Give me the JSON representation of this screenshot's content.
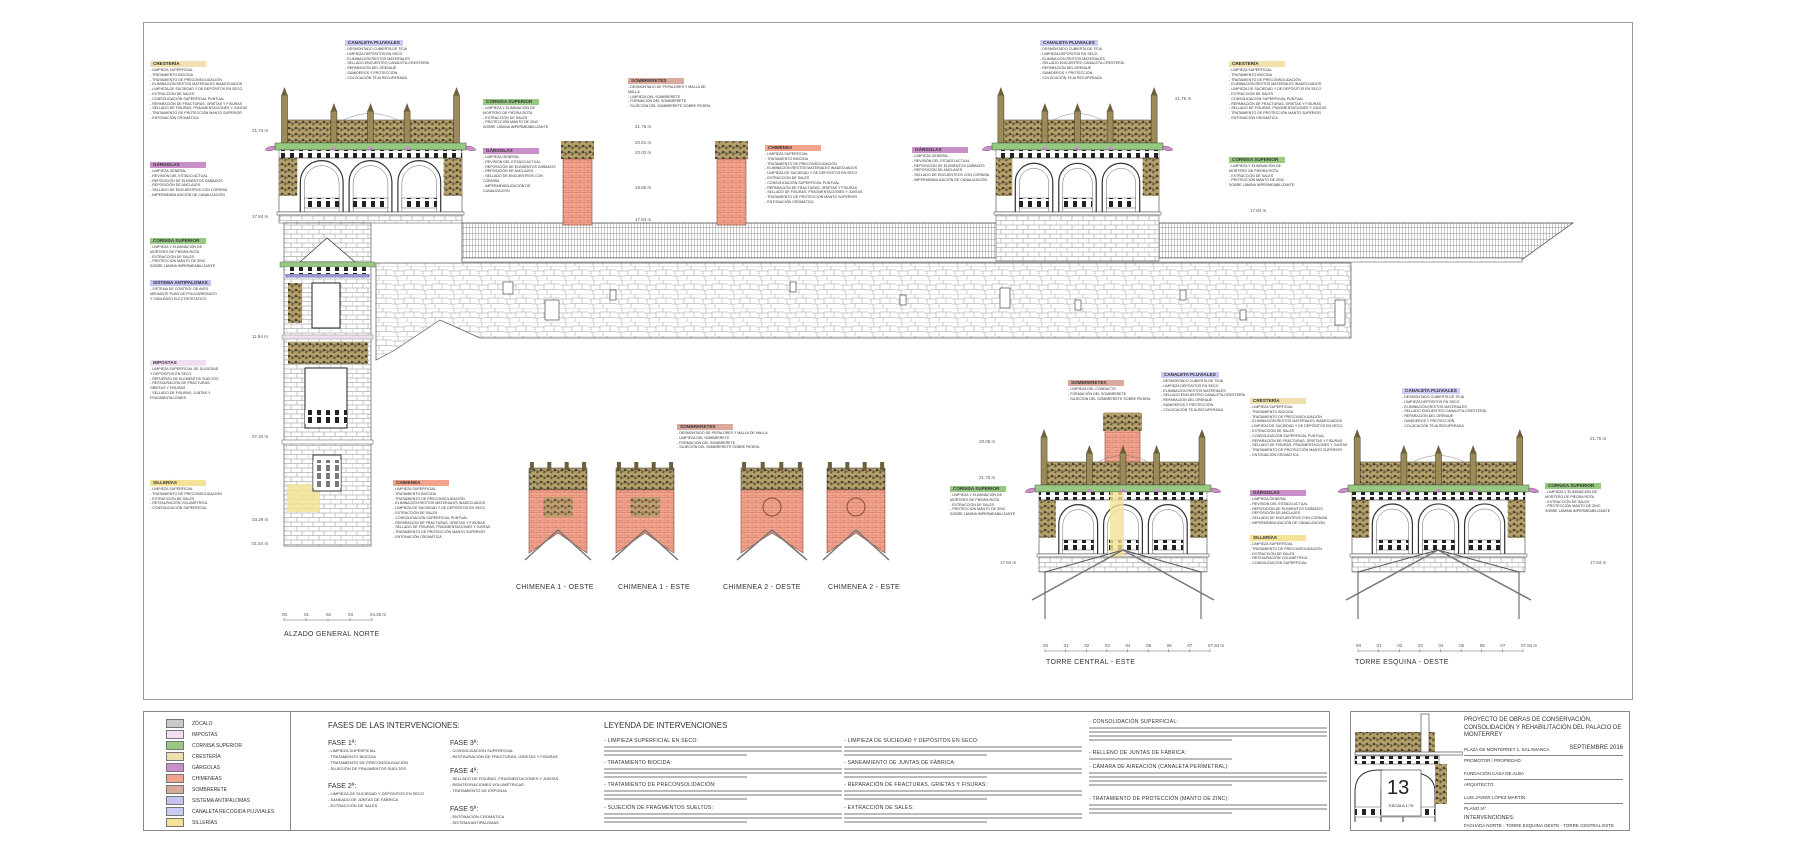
{
  "drawing": {
    "view_captions": {
      "alzado": "ALZADO GENERAL NORTE",
      "chimenea1_oeste": "CHIMENEA 1 - OESTE",
      "chimenea1_este": "CHIMENEA 1 - ESTE",
      "chimenea2_oeste": "CHIMENEA 2 - OESTE",
      "chimenea2_este": "CHIMENEA 2 - ESTE",
      "torre_central": "TORRE CENTRAL - ESTE",
      "torre_esquina": "TORRE ESQUINA - OESTE"
    },
    "scale_bar_alzado": [
      "00",
      "01",
      "02",
      "03",
      "04.25 m"
    ],
    "scale_bar_torre": [
      "00",
      "01",
      "02",
      "03",
      "04",
      "05",
      "06",
      "07",
      "07.84 m"
    ],
    "levels": [
      "21.74 m",
      "17.84 m",
      "11.94 m",
      "07.34 m",
      "03.29 m",
      "01.54 m",
      "21.75 m",
      "20.81 m",
      "20.02 m",
      "18.65 m",
      "17.84 m",
      "21.75 m",
      "17.84 m",
      "20.05 m",
      "21.75 m",
      "17.84 m",
      "21.75 m",
      "17.84 m"
    ],
    "annotations": [
      {
        "title": "CRESTERÍA",
        "color": "cresteria",
        "items": [
          "- LIMPIEZA SUPERFICIAL",
          "- TRATAMIENTO BIOCIDA",
          "- TRATAMIENTO DE PRECONSOLIDACIÓN",
          "- ELIMINACIÓN RESTOS MATERIALES INADECUADOS",
          "- LIMPIEZA DE SUCIEDAD Y DE DEPÓSITOS EN SECO",
          "- EXTRACCIÓN DE SALES",
          "- CONSOLIDACIÓN SUPERFICIAL PUNTUAL",
          "- REPARACIÓN DE FRACTURAS, GRIETAS Y FISURAS",
          "- SELLADO DE FISURAS, FRAGMENTACIONES Y JUNTAS",
          "- TRATAMIENTO DE PROTECCIÓN MANTO SUPERIOR",
          "- ENTONACIÓN CROMÁTICA"
        ]
      },
      {
        "title": "CANALETA PLUVIALES",
        "color": "canaleta",
        "items": [
          "- DESMONTADO CUBIERTA DE TEJA",
          "- LIMPIEZA DEPÓSITOS EN SECO",
          "- ELIMINACIÓN RESTOS MATERIALES",
          "- SELLADO ENCUENTRO CANALETA-CRESTERÍA",
          "- REPARACIÓN DEL DRENAJE",
          "- SUMIDEROS Y PROTECCIÓN",
          "- COLOCACIÓN TEJA RECUPERADA"
        ]
      },
      {
        "title": "CORNISA SUPERIOR",
        "color": "cornisa",
        "items": [
          "- LIMPIEZA Y ELIMINACIÓN DE",
          "  MORTERO DE PIEDRA ROTA",
          "- EXTRACCIÓN DE SALES",
          "- PROTECCIÓN MANTO DE ZINC",
          "  SOBRE LÁMINA IMPERMEABILIZANTE"
        ]
      },
      {
        "title": "SOMBRERETES",
        "color": "sombreretes",
        "items": [
          "- DESMONTADO DE PEPALDRES Y MALLA DE MALLA",
          "- LIMPIEZA DEL SOMBRERETE",
          "- FORMACIÓN DEL SOMBRERETE",
          "- SUJECIÓN DEL SOMBRERETE SOBRE PIEDRA"
        ]
      },
      {
        "title": "GÁRGOLAS",
        "color": "gargolas",
        "items": [
          "- LIMPIEZA GENERAL",
          "- REVISIÓN DEL ESTADO ACTUAL",
          "- REPOSICIÓN DE ELEMENTOS DAÑADOS",
          "- REPOSICIÓN DE ANCLAJES",
          "- SELLADO DE ENCUENTROS CON CORNISA",
          "- IMPERMEABILIZACIÓN DE CANALIZACIÓN"
        ]
      },
      {
        "title": "GÁRGOLAS",
        "color": "gargolas",
        "items": [
          "- LIMPIEZA GENERAL",
          "- REVISIÓN DEL ESTADO ACTUAL",
          "- REPOSICIÓN DE ELEMENTOS DAÑADOS",
          "- REPOSICIÓN DE ANCLAJES",
          "- SELLADO DE ENCUENTROS CON CORNISA",
          "- IMPERMEABILIZACIÓN DE CANALIZACIÓN"
        ]
      },
      {
        "title": "CHIMENEA",
        "color": "chimeneas",
        "items": [
          "- LIMPIEZA SUPERFICIAL",
          "- TRATAMIENTO BIOCIDA",
          "- TRATAMIENTO DE PRECONSOLIDACIÓN",
          "- ELIMINACIÓN RESTOS MATERIALES INADECUADOS",
          "- LIMPIEZA DE SUCIEDAD Y DE DEPÓSITOS EN SECO",
          "- EXTRACCIÓN DE SALES",
          "- CONSOLIDACIÓN SUPERFICIAL PUNTUAL",
          "- REPARACIÓN DE FRACTURAS, GRIETAS Y FISURAS",
          "- SELLADO DE FISURAS, FRAGMENTACIONES Y JUNTAS",
          "- TRATAMIENTO DE PROTECCIÓN MANTO SUPERIOR",
          "- ENTONACIÓN CROMÁTICA"
        ]
      },
      {
        "title": "GÁRGOLAS",
        "color": "gargolas",
        "items": [
          "- LIMPIEZA GENERAL",
          "- REVISIÓN DEL ESTADO ACTUAL",
          "- REPOSICIÓN DE ELEMENTOS DAÑADOS",
          "- REPOSICIÓN DE ANCLAJES",
          "- SELLADO DE ENCUENTROS CON CORNISA",
          "- IMPERMEABILIZACIÓN DE CANALIZACIÓN"
        ]
      },
      {
        "title": "CANALETA PLUVIALES",
        "color": "canaleta",
        "items": [
          "- DESMONTADO CUBIERTA DE TEJA",
          "- LIMPIEZA DEPÓSITOS EN SECO",
          "- ELIMINACIÓN RESTOS MATERIALES",
          "- SELLADO ENCUENTRO CANALETA-CRESTERÍA",
          "- REPARACIÓN DEL DRENAJE",
          "- SUMIDEROS Y PROTECCIÓN",
          "- COLOCACIÓN TEJA RECUPERADA"
        ]
      },
      {
        "title": "CRESTERÍA",
        "color": "cresteria",
        "items": [
          "- LIMPIEZA SUPERFICIAL",
          "- TRATAMIENTO BIOCIDA",
          "- TRATAMIENTO DE PRECONSOLIDACIÓN",
          "- ELIMINACIÓN RESTOS MATERIALES INADECUADOS",
          "- LIMPIEZA DE SUCIEDAD Y DE DEPÓSITOS EN SECO",
          "- EXTRACCIÓN DE SALES",
          "- CONSOLIDACIÓN SUPERFICIAL PUNTUAL",
          "- REPARACIÓN DE FRACTURAS, GRIETAS Y FISURAS",
          "- SELLADO DE FISURAS, FRAGMENTACIONES Y JUNTAS",
          "- TRATAMIENTO DE PROTECCIÓN MANTO SUPERIOR",
          "- ENTONACIÓN CROMÁTICA"
        ]
      },
      {
        "title": "CORNISA SUPERIOR",
        "color": "cornisa",
        "items": [
          "- LIMPIEZA Y ELIMINACIÓN DE",
          "  MORTERO DE PIEDRA ROTA",
          "- EXTRACCIÓN DE SALES",
          "- PROTECCIÓN MANTO DE ZINC",
          "  SOBRE LÁMINA IMPERMEABILIZANTE"
        ]
      },
      {
        "title": "CORNISA SUPERIOR",
        "color": "cornisa",
        "items": [
          "- LIMPIEZA Y ELIMINACIÓN DE",
          "  MORTERO DE PIEDRA ROTA",
          "- EXTRACCIÓN DE SALES",
          "- PROTECCIÓN MANTO DE ZINC",
          "  SOBRE LÁMINA IMPERMEABILIZANTE"
        ]
      },
      {
        "title": "SISTEMA ANTIPALOMAS",
        "color": "antipalomas",
        "items": [
          "- SISTEMA DE CONTROL DE AVES",
          "  MEDIANTE PÚAS DE POLICARBONATO",
          "  Y CABLEADO ELECTROSTÁTICO"
        ]
      },
      {
        "title": "IMPOSTAS",
        "color": "impostas",
        "items": [
          "- LIMPIEZA SUPERFICIAL DE SUCIEDAD",
          "  Y DEPÓSITOS EN SECO",
          "- REFUERZO DE ELEMENTOS SUELTOS",
          "- RESTAURACIÓN DE FRACTURAS,",
          "  GRIETAS Y FISURAS",
          "- SELLADO DE FISURAS, JUNTAS Y",
          "  FRAGMENTACIONES"
        ]
      },
      {
        "title": "SILLERÍAS",
        "color": "sillerias",
        "items": [
          "- LIMPIEZA SUPERFICIAL",
          "- TRATAMIENTO DE PRECONSOLIDACIÓN",
          "- EXTRACCIÓN DE SALES",
          "- RESTAURACIÓN VOLUMÉTRICA",
          "- CONSOLIDACIÓN SUPERFICIAL"
        ]
      },
      {
        "title": "CHIMENEA",
        "color": "chimeneas",
        "items": [
          "- LIMPIEZA SUPERFICIAL",
          "- TRATAMIENTO BIOCIDA",
          "- TRATAMIENTO DE PRECONSOLIDACIÓN",
          "- ELIMINACIÓN RESTOS MATERIALES INADECUADOS",
          "- LIMPIEZA DE SUCIEDAD Y DE DEPÓSITOS EN SECO",
          "- EXTRACCIÓN DE SALES",
          "- CONSOLIDACIÓN SUPERFICIAL PUNTUAL",
          "- REPARACIÓN DE FRACTURAS, GRIETAS Y FISURAS",
          "- SELLADO DE FISURAS, FRAGMENTACIONES Y JUNTAS",
          "- TRATAMIENTO DE PROTECCIÓN MANTO SUPERIOR",
          "- ENTONACIÓN CROMÁTICA"
        ]
      },
      {
        "title": "SOMBRERETES",
        "color": "sombreretes",
        "items": [
          "- DESMONTADO DE PEPALDRES Y MALLA DE MALLA",
          "- LIMPIEZA DEL SOMBRERETE",
          "- FORMACIÓN DEL SOMBRERETE",
          "- SUJECIÓN DEL SOMBRERETE SOBRE PIEDRA"
        ]
      },
      {
        "title": "SOMBRERETES",
        "color": "sombreretes",
        "items": [
          "- LIMPIEZA DEL CONDUCTO",
          "- FORMACIÓN DEL SOMBRERETE",
          "- SUJECIÓN DEL SOMBRERETE SOBRE PIEDRA"
        ]
      },
      {
        "title": "CANALETA PLUVIALES",
        "color": "canaleta",
        "items": [
          "- DESMONTADO CUBIERTA DE TEJA",
          "- LIMPIEZA DEPÓSITOS EN SECO",
          "- ELIMINACIÓN RESTOS MATERIALES",
          "- SELLADO ENCUENTRO CANALETA-CRESTERÍA",
          "- REPARACIÓN DEL DRENAJE",
          "- SUMIDEROS Y PROTECCIÓN",
          "- COLOCACIÓN TEJA RECUPERADA"
        ]
      },
      {
        "title": "CRESTERÍA",
        "color": "cresteria",
        "items": [
          "- LIMPIEZA SUPERFICIAL",
          "- TRATAMIENTO BIOCIDA",
          "- TRATAMIENTO DE PRECONSOLIDACIÓN",
          "- ELIMINACIÓN RESTOS MATERIALES INADECUADOS",
          "- LIMPIEZA DE SUCIEDAD Y DE DEPÓSITOS EN SECO",
          "- EXTRACCIÓN DE SALES",
          "- CONSOLIDACIÓN SUPERFICIAL PUNTUAL",
          "- REPARACIÓN DE FRACTURAS, GRIETAS Y FISURAS",
          "- SELLADO DE FISURAS, FRAGMENTACIONES Y JUNTAS",
          "- TRATAMIENTO DE PROTECCIÓN MANTO SUPERIOR",
          "- ENTONACIÓN CROMÁTICA"
        ]
      },
      {
        "title": "GÁRGOLAS",
        "color": "gargolas",
        "items": [
          "- LIMPIEZA GENERAL",
          "- REVISIÓN DEL ESTADO ACTUAL",
          "- REPOSICIÓN DE ELEMENTOS DAÑADOS",
          "- REPOSICIÓN DE ANCLAJES",
          "- SELLADO DE ENCUENTROS CON CORNISA",
          "- IMPERMEABILIZACIÓN DE CANALIZACIÓN"
        ]
      },
      {
        "title": "SILLERÍAS",
        "color": "sillerias",
        "items": [
          "- LIMPIEZA SUPERFICIAL",
          "- TRATAMIENTO DE PRECONSOLIDACIÓN",
          "- EXTRACCIÓN DE SALES",
          "- RESTAURACIÓN VOLUMÉTRICA",
          "- CONSOLIDACIÓN SUPERFICIAL"
        ]
      },
      {
        "title": "CORNISA SUPERIOR",
        "color": "cornisa",
        "items": [
          "- LIMPIEZA Y ELIMINACIÓN DE",
          "  MORTERO DE PIEDRA ROTA",
          "- EXTRACCIÓN DE SALES",
          "- PROTECCIÓN MANTO DE ZINC",
          "  SOBRE LÁMINA IMPERMEABILIZANTE"
        ]
      },
      {
        "title": "CANALETA PLUVIALES",
        "color": "canaleta",
        "items": [
          "- DESMONTADO CUBIERTA DE TEJA",
          "- LIMPIEZA DEPÓSITOS EN SECO",
          "- ELIMINACIÓN RESTOS MATERIALES",
          "- SELLADO ENCUENTRO CANALETA-CRESTERÍA",
          "- REPARACIÓN DEL DRENAJE",
          "- SUMIDEROS Y PROTECCIÓN",
          "- COLOCACIÓN TEJA RECUPERADA"
        ]
      },
      {
        "title": "CORNISA SUPERIOR",
        "color": "cornisa",
        "items": [
          "- LIMPIEZA Y ELIMINACIÓN DE",
          "  MORTERO DE PIEDRA ROTA",
          "- EXTRACCIÓN DE SALES",
          "- PROTECCIÓN MANTO DE ZINC",
          "  SOBRE LÁMINA IMPERMEABILIZANTE"
        ]
      }
    ]
  },
  "colors": {
    "zocalo": "#c9c9c9",
    "impostas": "#f1def1",
    "cornisa": "#98c983",
    "cresteria": "#efe0ad",
    "gargolas": "#c98fc9",
    "chimeneas": "#f3a28b",
    "sombreretes": "#d9aa9c",
    "antipalomas": "#c3c3f2",
    "canaleta": "#cbcbf5",
    "sillerias": "#f4e296",
    "stone": "#8a8a8a",
    "cresteria_fill": "#b3a06a"
  },
  "legend": {
    "swatches": [
      {
        "label": "ZÓCALO",
        "color": "zocalo"
      },
      {
        "label": "IMPOSTAS",
        "color": "impostas"
      },
      {
        "label": "CORNISA SUPERIOR",
        "color": "cornisa"
      },
      {
        "label": "CRESTERÍA",
        "color": "cresteria"
      },
      {
        "label": "GÁRGOLAS",
        "color": "gargolas"
      },
      {
        "label": "CHIMENEAS",
        "color": "chimeneas"
      },
      {
        "label": "SOMBRERETE",
        "color": "sombreretes"
      },
      {
        "label": "SISTEMA ANTIPALOMAS",
        "color": "antipalomas"
      },
      {
        "label": "CANALETA RECOGIDA PLUVIALES",
        "color": "canaleta"
      },
      {
        "label": "SILLERÍAS",
        "color": "sillerias"
      }
    ],
    "fases_title": "FASES DE LAS INTERVENCIONES:",
    "fases": [
      {
        "title": "FASE 1ª:",
        "items": [
          "- LIMPIEZA SUPERFICIAL",
          "- TRATAMIENTO BIOCIDA",
          "- TRATAMIENTO DE PRECONSOLIDACIÓN",
          "- SUJECIÓN DE FRAGMENTOS SUELTOS"
        ]
      },
      {
        "title": "FASE 2ª:",
        "items": [
          "- LIMPIEZA DE SUCIEDAD Y DEPÓSITOS EN SECO",
          "- SANEADO DE JUNTAS DE FÁBRICA",
          "- EXTRACCIÓN DE SALES"
        ]
      },
      {
        "title": "FASE 3ª:",
        "items": [
          "- CONSOLIDACIÓN SUPERFICIAL",
          "- RESTAURACIÓN DE FRACTURAS, GRIETAS Y FISURAS"
        ]
      },
      {
        "title": "FASE 4ª:",
        "items": [
          "- SELLADO DE FISURAS, FRAGMENTACIONES Y JUNTAS",
          "- REINTEGRACIONES VOLUMÉTRICAS",
          "- TRATAMIENTO DE ESPONJA"
        ]
      },
      {
        "title": "FASE 5ª:",
        "items": [
          "- ENTONACIÓN CROMÁTICA",
          "- SISTEMA ANTIPALOMAS"
        ]
      }
    ],
    "leyenda_title": "LEYENDA DE INTERVENCIONES",
    "leyenda": [
      "- LIMPIEZA SUPERFICIAL EN SECO:",
      "- TRATAMIENTO BIOCIDA:",
      "- TRATAMIENTO DE PRECONSOLIDACIÓN:",
      "- SUJECIÓN DE FRAGMENTOS SUELTOS:",
      "- LIMPIEZA DE SUCIEDAD Y DEPÓSITOS EN SECO:",
      "- SANEAMIENTO DE JUNTAS DE FÁBRICA:",
      "- REPARACIÓN DE FRACTURAS, GRIETAS Y FISURAS:",
      "- EXTRACCIÓN DE SALES:",
      "- CONSOLIDACIÓN SUPERFICIAL:",
      "- RELLENO DE JUNTAS DE FÁBRICA:",
      "- CÁMARA DE AIREACIÓN (CANALETA PERIMETRAL):",
      "- TRATAMIENTO DE PROTECCIÓN (MANTO DE ZINC):"
    ]
  },
  "title_block": {
    "project_title": "PROYECTO DE OBRAS DE CONSERVACIÓN, CONSOLIDACIÓN Y REHABILITACIÓN DEL PALACIO DE MONTERREY",
    "address": "PLAZA DE MONTERREY 1, SALAMANCA",
    "date": "SEPTIEMBRE 2016",
    "promotor_label": "PROMOTOR / PROPIEDAD:",
    "promotor": "FUNDACIÓN CASA DE ALBA",
    "arquitecto_label": "ARQUITECTO:",
    "arquitecto": "LUIS JAVIER LÓPEZ MARTÍN",
    "plano_label": "PLANO Nº:",
    "plano_title": "INTERVENCIONES:",
    "plano_subtitle": "FACHADA NORTE - TORRE ESQUINA OESTE - TORRE CENTRAL ESTE",
    "sheet_number": "13",
    "scale": "ESCALA 1:75"
  }
}
